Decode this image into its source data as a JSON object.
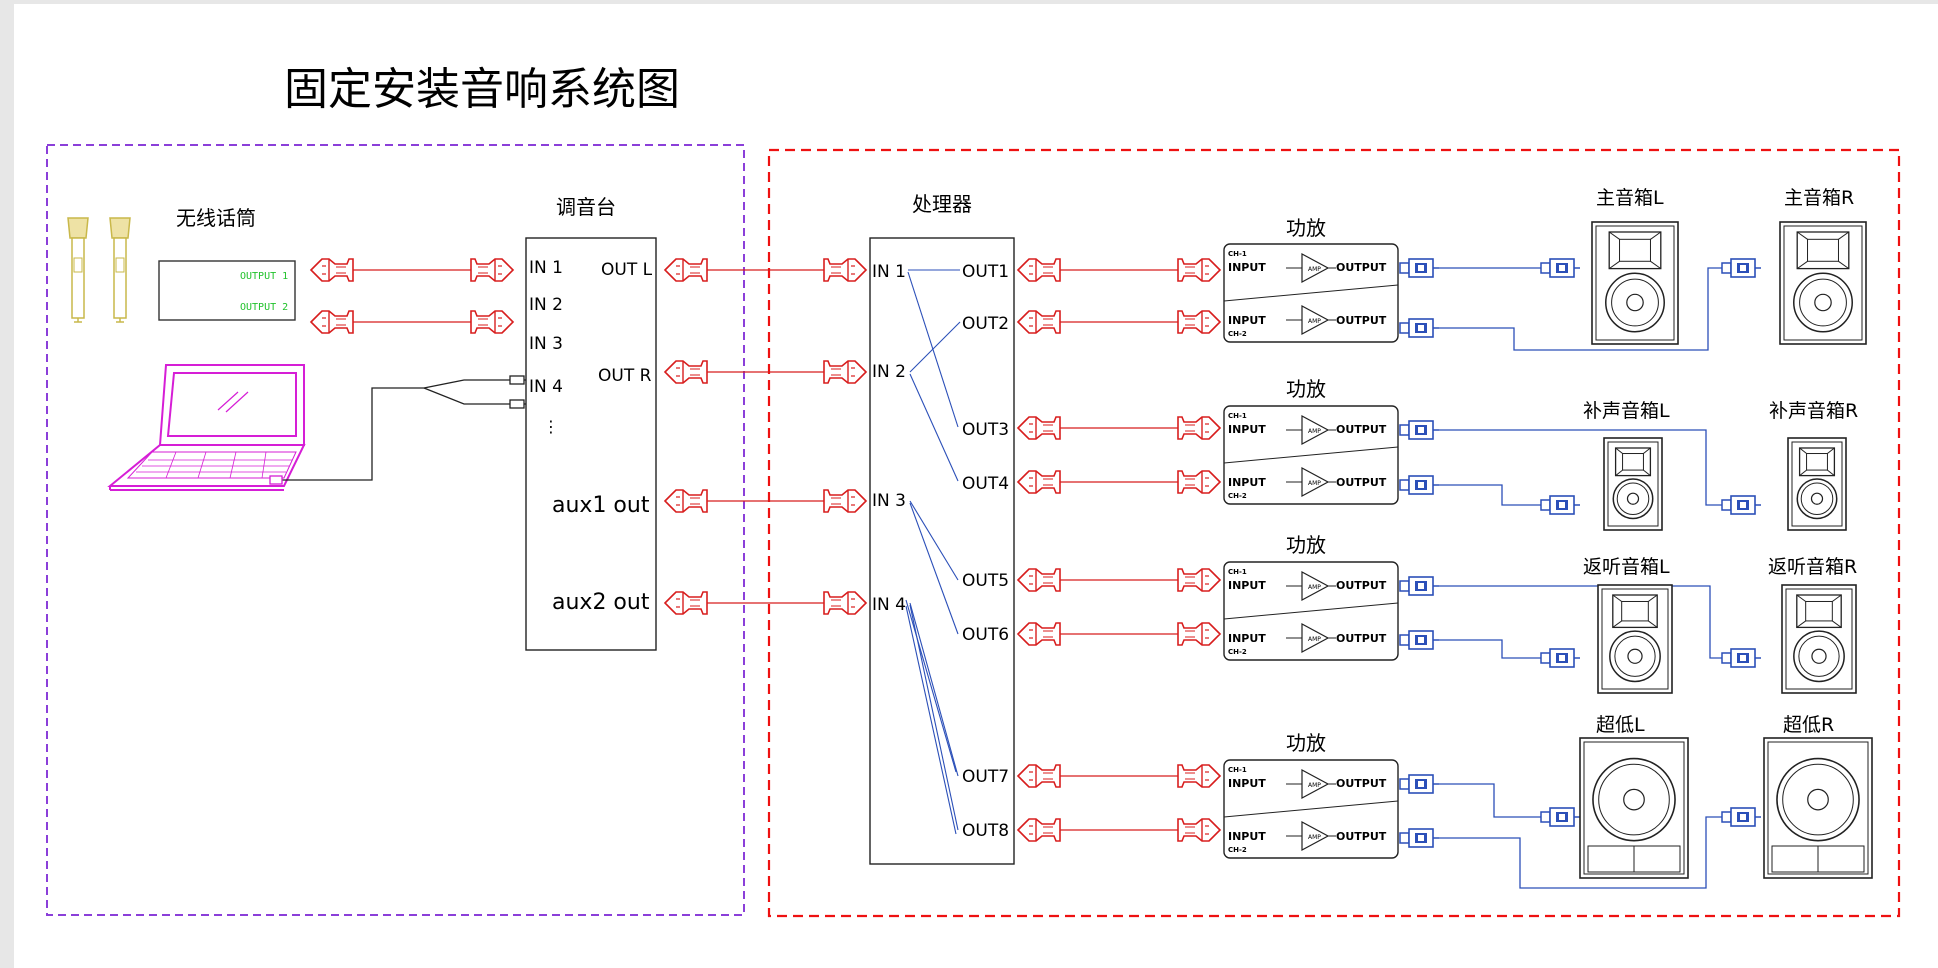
{
  "title": "固定安装音响系统图",
  "colors": {
    "mixer_zone": "#8b3fd9",
    "processor_zone": "#ee1111",
    "xlr_cable": "#d81e1e",
    "speaker_cable": "#2b4fb8",
    "wireless_text": "#22c22c",
    "laptop": "#d61ed6",
    "mic": "#c9b84a"
  },
  "wireless": {
    "label": "无线话筒",
    "outputs": [
      "OUTPUT 1",
      "OUTPUT 2"
    ]
  },
  "mixer": {
    "label": "调音台",
    "inputs": [
      "IN 1",
      "IN 2",
      "IN 3",
      "IN 4"
    ],
    "more": "⋮",
    "outputs": [
      "OUT L",
      "OUT R",
      "aux1 out",
      "aux2 out"
    ]
  },
  "processor": {
    "label": "处理器",
    "inputs": [
      "IN 1",
      "IN 2",
      "IN 3",
      "IN 4"
    ],
    "outputs": [
      "OUT1",
      "OUT2",
      "OUT3",
      "OUT4",
      "OUT5",
      "OUT6",
      "OUT7",
      "OUT8"
    ]
  },
  "amplifiers": [
    {
      "label": "功放",
      "ch1": "CH-1",
      "ch2": "CH-2",
      "input": "INPUT",
      "output": "OUTPUT",
      "amp": "AMP"
    },
    {
      "label": "功放",
      "ch1": "CH-1",
      "ch2": "CH-2",
      "input": "INPUT",
      "output": "OUTPUT",
      "amp": "AMP"
    },
    {
      "label": "功放",
      "ch1": "CH-1",
      "ch2": "CH-2",
      "input": "INPUT",
      "output": "OUTPUT",
      "amp": "AMP"
    },
    {
      "label": "功放",
      "ch1": "CH-1",
      "ch2": "CH-2",
      "input": "INPUT",
      "output": "OUTPUT",
      "amp": "AMP"
    }
  ],
  "speakers": [
    {
      "label": "主音箱L",
      "kind": "main"
    },
    {
      "label": "主音箱R",
      "kind": "main"
    },
    {
      "label": "补声音箱L",
      "kind": "fill"
    },
    {
      "label": "补声音箱R",
      "kind": "fill"
    },
    {
      "label": "返听音箱L",
      "kind": "monitor"
    },
    {
      "label": "返听音箱R",
      "kind": "monitor"
    },
    {
      "label": "超低L",
      "kind": "sub"
    },
    {
      "label": "超低R",
      "kind": "sub"
    }
  ],
  "devices": {
    "microphone_icon": "handheld-microphone-icon",
    "laptop_icon": "laptop-icon",
    "xlr_icon": "xlr-connector-icon",
    "speakon_icon": "speakon-connector-icon"
  }
}
